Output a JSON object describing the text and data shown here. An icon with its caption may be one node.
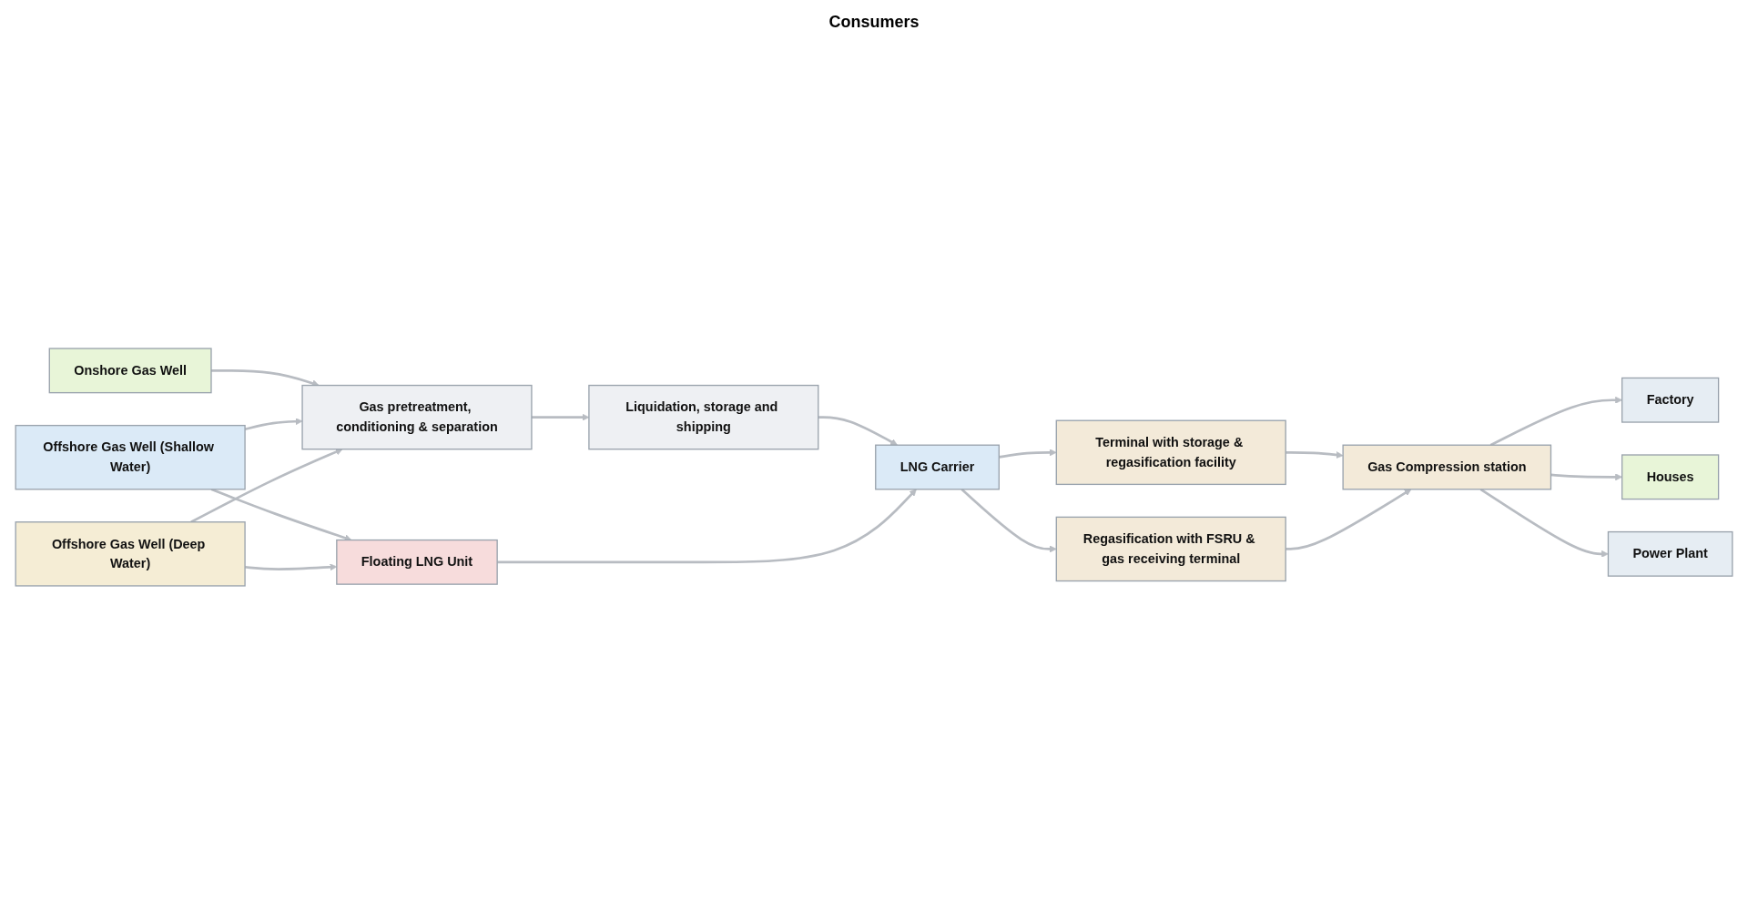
{
  "diagram": {
    "nodes": [
      {
        "text": [
          "Onshore Gas Well"
        ]
      },
      {
        "text": [
          "Offshore Gas Well (Shallow Water)"
        ]
      },
      {
        "text": [
          "Offshore Gas Well (Deep Water)"
        ]
      },
      {
        "text": [
          "Gas pretreatment, conditioning & separation"
        ]
      },
      {
        "text": [
          "Floating LNG Unit"
        ]
      },
      {
        "text": [
          "Liquidation, storage and shipping"
        ]
      },
      {
        "text": [
          "LNG Carrier"
        ]
      },
      {
        "text": [
          "Terminal with storage & regasification facility"
        ]
      },
      {
        "text": [
          "Regasification with FSRU & gas receiving terminal"
        ]
      },
      {
        "text": [
          "Gas Compression station"
        ]
      },
      {
        "text": [
          "Factory"
        ]
      },
      {
        "text": [
          "Houses"
        ]
      },
      {
        "text": [
          "Power Plant"
        ]
      }
    ],
    "edges": [
      {
        "from": 0,
        "to": 3,
        "arrow": "to"
      },
      {
        "from": 1,
        "to": 3,
        "arrow": "to"
      },
      {
        "from": 1,
        "to": 4,
        "arrow": "to"
      },
      {
        "from": 2,
        "to": 3,
        "arrow": "to"
      },
      {
        "from": 2,
        "to": 4,
        "arrow": "to"
      },
      {
        "from": 3,
        "to": 5,
        "arrow": "to"
      },
      {
        "from": 5,
        "to": 6,
        "arrow": "to"
      },
      {
        "from": 4,
        "to": 6,
        "arrow": "to"
      },
      {
        "from": 6,
        "to": 7,
        "arrow": "to"
      },
      {
        "from": 6,
        "to": 8,
        "arrow": "to"
      },
      {
        "from": 7,
        "to": 9,
        "arrow": "to"
      },
      {
        "from": 8,
        "to": 9,
        "arrow": "to"
      },
      {
        "from": 9,
        "to": 10,
        "arrow": "to"
      },
      {
        "from": 9,
        "to": 11,
        "arrow": "to"
      },
      {
        "from": 9,
        "to": 12,
        "arrow": "to"
      }
    ],
    "labels": [
      "Consumers"
    ]
  }
}
